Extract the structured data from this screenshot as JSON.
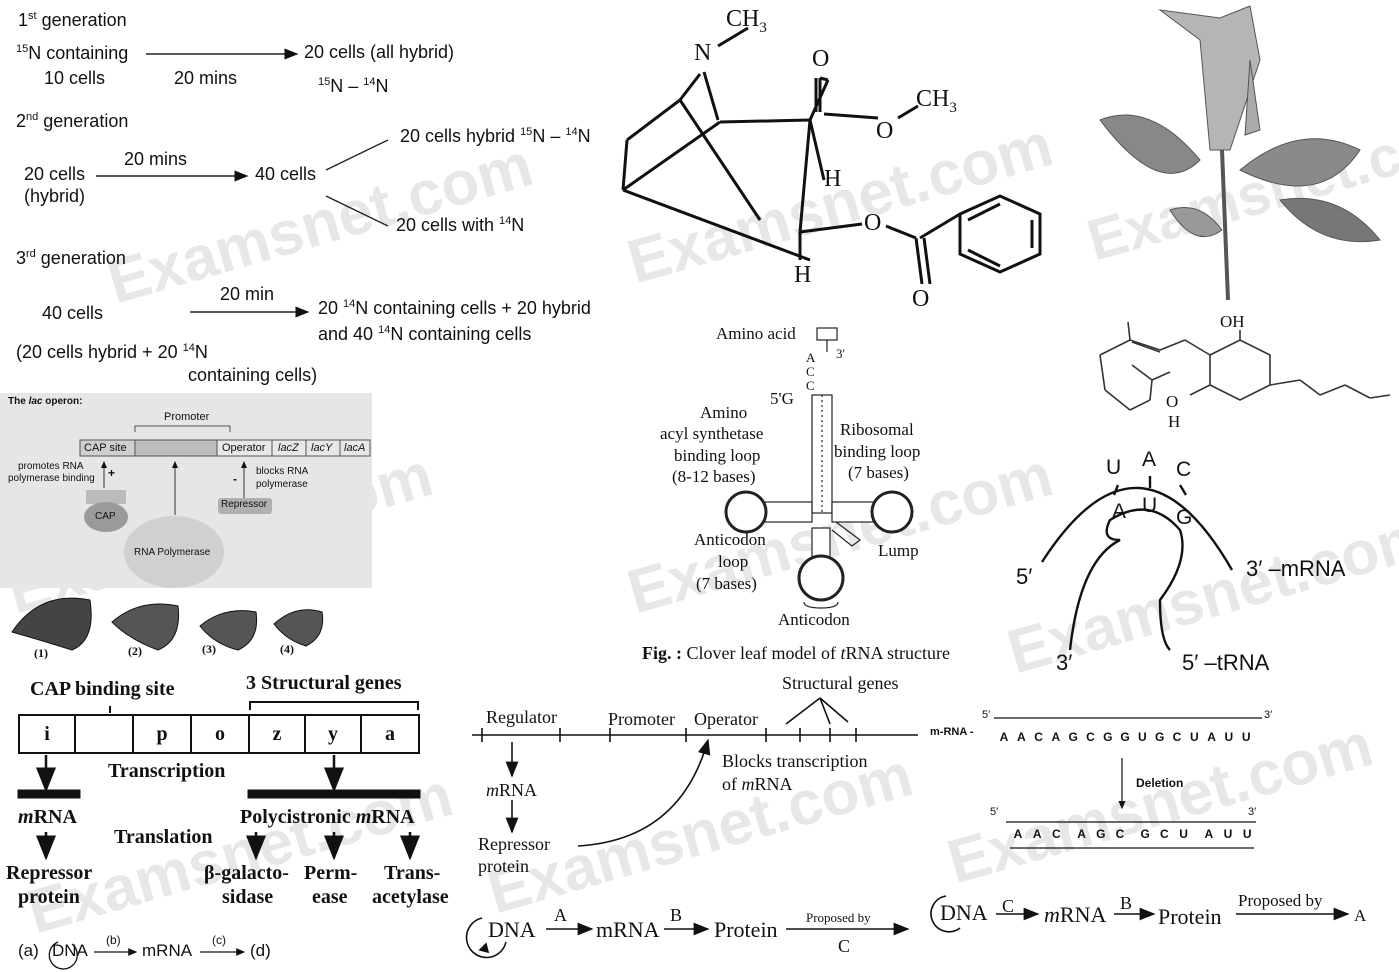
{
  "watermark": "Examsnet.com",
  "meselson": {
    "g1": {
      "label": "1",
      "sup": "st",
      "suffix": " generation",
      "left_line1_sup": "15",
      "left_line1": "N containing",
      "left_line2": "10 cells",
      "arrow_label": "20 mins",
      "right_line1": "20 cells (all hybrid)",
      "right_line2_sup1": "15",
      "right_line2_mid": "N – ",
      "right_line2_sup2": "14",
      "right_line2_end": "N"
    },
    "g2": {
      "label": "2",
      "sup": "nd",
      "suffix": " generation",
      "left_line1": "20 cells",
      "left_line2": "(hybrid)",
      "arrow_label": "20 mins",
      "middle": "40 cells",
      "branch1": "20 cells hybrid ",
      "branch1_sup1": "15",
      "branch1_mid": "N – ",
      "branch1_sup2": "14",
      "branch1_end": "N",
      "branch2": "20 cells with ",
      "branch2_sup": "14",
      "branch2_end": "N"
    },
    "g3": {
      "label": "3",
      "sup": "rd",
      "suffix": " generation",
      "left": "40 cells",
      "arrow_label": "20 min",
      "result_line1a": "20 ",
      "result_line1_sup": "14",
      "result_line1b": "N containing cells + 20 hybrid",
      "result_line2a": "and 40 ",
      "result_line2_sup": "14",
      "result_line2b": "N containing cells",
      "bottom_line1a": "(20 cells hybrid + 20 ",
      "bottom_line1_sup": "14",
      "bottom_line1b": "N",
      "bottom_line2": "containing cells)"
    }
  },
  "cocaine": {
    "n": "N",
    "ch3_top": "CH",
    "ch3_top_sub": "3",
    "o1": "O",
    "o2": "O",
    "ch3_ester": "CH",
    "ch3_ester_sub": "3",
    "h1": "H",
    "h2": "H",
    "o3": "O",
    "o4": "O"
  },
  "cannabinoid": {
    "oh": "OH",
    "o": "O",
    "h": "H"
  },
  "lac_small": {
    "title_pre": "The ",
    "title_ital": "lac",
    "title_post": " operon:",
    "promoter": "Promoter",
    "cap_site": "CAP site",
    "operator": "Operator",
    "genes": [
      "lacZ",
      "lacY",
      "lacA"
    ],
    "promotes": "promotes RNA",
    "promotes2": "polymerase binding",
    "plus": "+",
    "minus": "-",
    "blocks": "blocks RNA",
    "blocks2": "polymerase",
    "repressor": "Repressor",
    "cap": "CAP",
    "rna_pol": "RNA Polymerase"
  },
  "finches": [
    "(1)",
    "(2)",
    "(3)",
    "(4)"
  ],
  "trna": {
    "amino_acid": "Amino acid",
    "three_prime": "3'",
    "five_prime": "5'",
    "g": "G",
    "acc": [
      "A",
      "C",
      "C"
    ],
    "left_label": [
      "Amino",
      "acyl synthetase",
      "binding loop",
      "(8-12 bases)"
    ],
    "right_label": [
      "Ribosomal",
      "binding loop",
      "(7 bases)"
    ],
    "anticodon_loop": [
      "Anticodon",
      "loop",
      "(7 bases)"
    ],
    "lump": "Lump",
    "anticodon": "Anticodon",
    "caption_bold": "Fig. :",
    "caption": " Clover leaf model of ",
    "caption_ital": "t",
    "caption_end": "RNA structure"
  },
  "codon": {
    "top": [
      "U",
      "A",
      "C"
    ],
    "bottom": [
      "A",
      "U",
      "G"
    ],
    "mrna_left": "5′",
    "mrna_right": "3′ –mRNA",
    "trna_left": "3′",
    "trna_right": "5′ –tRNA"
  },
  "lac_big": {
    "cap_binding": "CAP binding site",
    "structural": "3 Structural genes",
    "cells": [
      "i",
      "",
      "p",
      "o",
      "z",
      "y",
      "a"
    ],
    "transcription": "Transcription",
    "translation": "Translation",
    "mrna_left_i": "m",
    "mrna_left": "RNA",
    "poly": "Polycistronic ",
    "poly_i": "m",
    "poly_end": "RNA",
    "repressor": [
      "Repressor",
      "protein"
    ],
    "products": [
      [
        "β-galacto-",
        "sidase"
      ],
      [
        "Perm-",
        "ease"
      ],
      [
        "Trans-",
        "acetylase"
      ]
    ]
  },
  "operon_line": {
    "structural": "Structural genes",
    "regulator": "Regulator",
    "promoter": "Promoter",
    "operator": "Operator",
    "mrna_i": "m",
    "mrna": "RNA",
    "repressor": [
      "Repressor",
      "protein"
    ],
    "blocks1": "Blocks transcription",
    "blocks2a": "of ",
    "blocks2_i": "m",
    "blocks2b": "RNA"
  },
  "deletion": {
    "mrna_label": "m-RNA -",
    "top_5": "5′",
    "top_3": "3′",
    "seq1": [
      "A",
      "A",
      "C",
      "A",
      "G",
      "C",
      "G",
      "G",
      "U",
      "G",
      "C",
      "U",
      "A",
      "U",
      "U"
    ],
    "deletion": "Deletion",
    "bot_5": "5′",
    "bot_3": "3′",
    "seq2": [
      "A",
      "A",
      "C",
      "A",
      "G",
      "C",
      "G",
      "C",
      "U",
      "A",
      "U",
      "U"
    ]
  },
  "dogma_small": {
    "a": "(a)",
    "dna": "DNA",
    "b": "(b)",
    "mrna": "mRNA",
    "c": "(c)",
    "d": "(d)"
  },
  "dogma_mid": {
    "dna": "DNA",
    "a": "A",
    "mrna": "mRNA",
    "b": "B",
    "protein": "Protein",
    "proposed": "Proposed by",
    "c": "C"
  },
  "dogma_right": {
    "dna": "DNA",
    "c": "C",
    "mrna_i": "m",
    "mrna": "RNA",
    "b": "B",
    "protein": "Protein",
    "proposed": "Proposed by",
    "a": "A"
  }
}
